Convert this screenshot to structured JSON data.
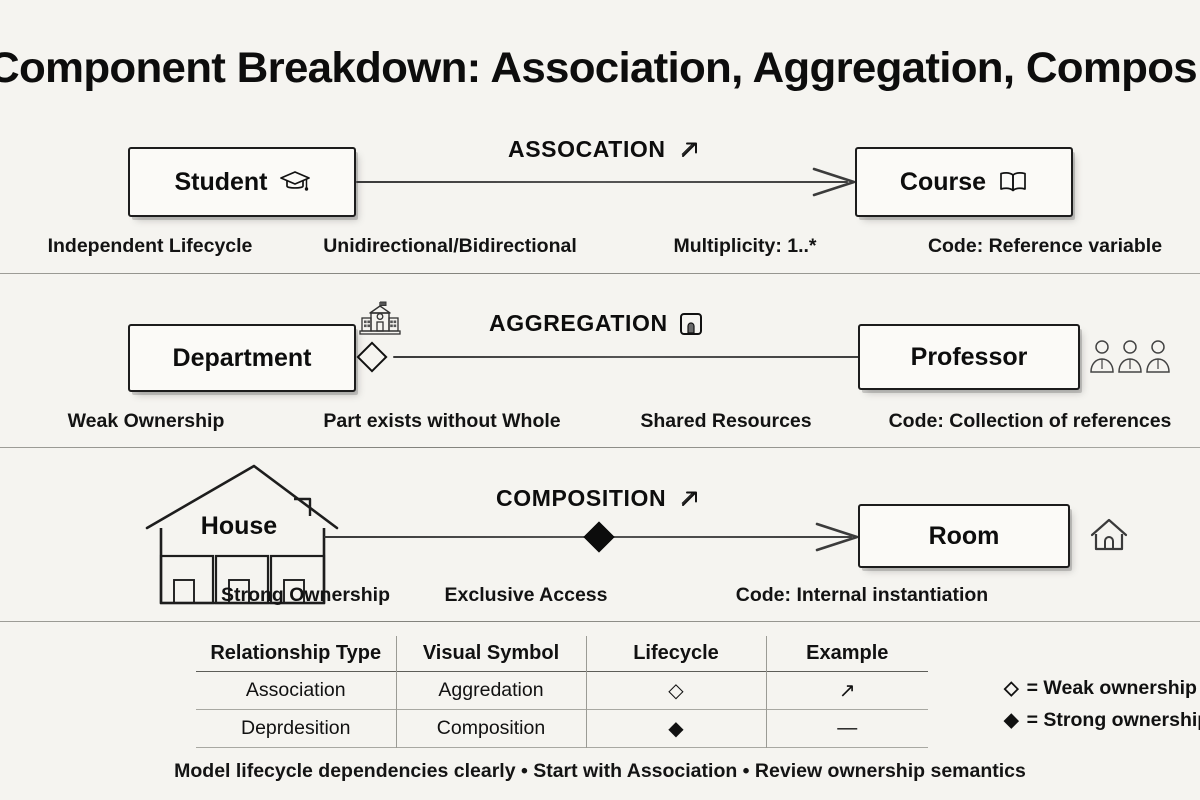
{
  "title": "Component Breakdown: Association, Aggregation, Composition",
  "background_color": "#f5f4f0",
  "ink_color": "#111111",
  "sections": [
    {
      "relation_label": "ASSOCATION",
      "relation_icon": "diagonal-arrow-icon",
      "source": {
        "label": "Student",
        "icon": "graduation-cap-icon"
      },
      "target": {
        "label": "Course",
        "icon": "open-book-icon"
      },
      "link_style": "plain-arrow",
      "captions": [
        "Independent Lifecycle",
        "Unidirectional/Bidirectional",
        "Multiplicity: 1..*",
        "Code: Reference variable"
      ]
    },
    {
      "relation_label": "AGGREGATION",
      "relation_icon": "building-door-icon",
      "source": {
        "label": "Department",
        "icon": "school-building-icon"
      },
      "target": {
        "label": "Professor",
        "icon": "three-people-icon"
      },
      "link_style": "hollow-diamond",
      "captions": [
        "Weak Ownership",
        "Part exists without Whole",
        "Shared Resources",
        "Code: Collection of references"
      ]
    },
    {
      "relation_label": "COMPOSITION",
      "relation_icon": "diagonal-arrow-icon",
      "source": {
        "label": "House",
        "icon": "house-shape"
      },
      "target": {
        "label": "Room",
        "icon": "home-outline-icon"
      },
      "link_style": "filled-diamond-arrow",
      "captions": [
        "Strong Ownership",
        "Exclusive Access",
        "Code: Internal instantiation"
      ]
    }
  ],
  "table": {
    "headers": [
      "Relationship Type",
      "Visual Symbol",
      "Lifecycle",
      "Example"
    ],
    "rows": [
      [
        "Association",
        "Aggredation",
        "◇",
        "↗"
      ],
      [
        "Deprdesition",
        "Composition",
        "◆",
        "—"
      ]
    ]
  },
  "legend": [
    {
      "symbol": "◇",
      "text": "= Weak ownership"
    },
    {
      "symbol": "◆",
      "text": "= Strong ownership"
    }
  ],
  "footer": "Model lifecycle dependencies clearly • Start with Association • Review ownership semantics"
}
